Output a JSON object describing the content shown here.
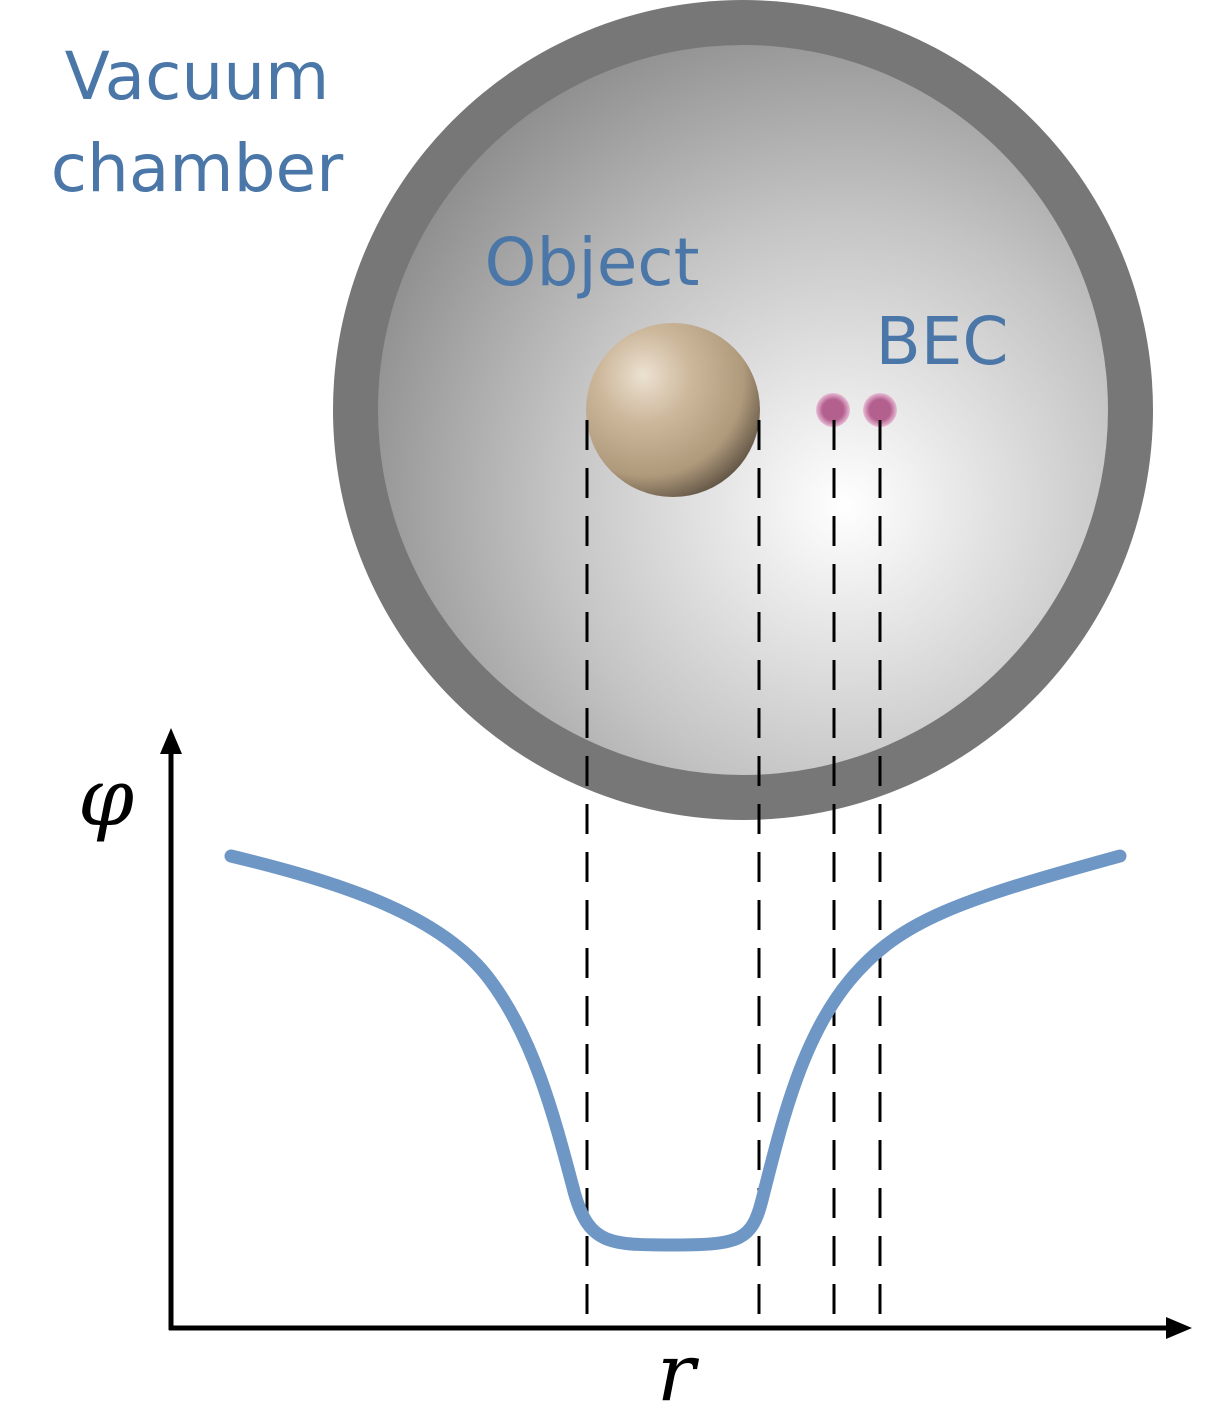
{
  "labels": {
    "chamber_line1": "Vacuum",
    "chamber_line2": "chamber",
    "object": "Object",
    "bec": "BEC",
    "y_axis": "φ",
    "x_axis": "r"
  },
  "colors": {
    "label_text": "#4a77a8",
    "curve": "#6e97c6",
    "chamber_wall": "#777777",
    "chamber_interior_center": "#ffffff",
    "chamber_interior_edge": "#8a8a8a",
    "object_fill": "#c2ab8c",
    "bec_atoms": "#b3608f",
    "axes": "#000000",
    "guide_lines": "#000000"
  },
  "chart_data": {
    "type": "line",
    "title": "",
    "xlabel": "r",
    "ylabel": "φ",
    "series": [
      {
        "x": [
          0.0,
          0.08,
          0.16,
          0.24,
          0.3,
          0.35,
          0.39,
          0.41,
          0.425,
          0.44,
          0.47,
          0.5,
          0.53,
          0.56,
          0.575,
          0.59,
          0.61,
          0.65,
          0.7,
          0.76,
          0.84,
          0.92,
          1.0
        ],
        "values": [
          0.88,
          0.85,
          0.81,
          0.75,
          0.66,
          0.55,
          0.4,
          0.3,
          0.22,
          0.19,
          0.18,
          0.175,
          0.18,
          0.19,
          0.22,
          0.3,
          0.4,
          0.55,
          0.65,
          0.74,
          0.8,
          0.85,
          0.88
        ]
      }
    ],
    "guide_positions": [
      0.44,
      0.56,
      0.623,
      0.674
    ]
  }
}
